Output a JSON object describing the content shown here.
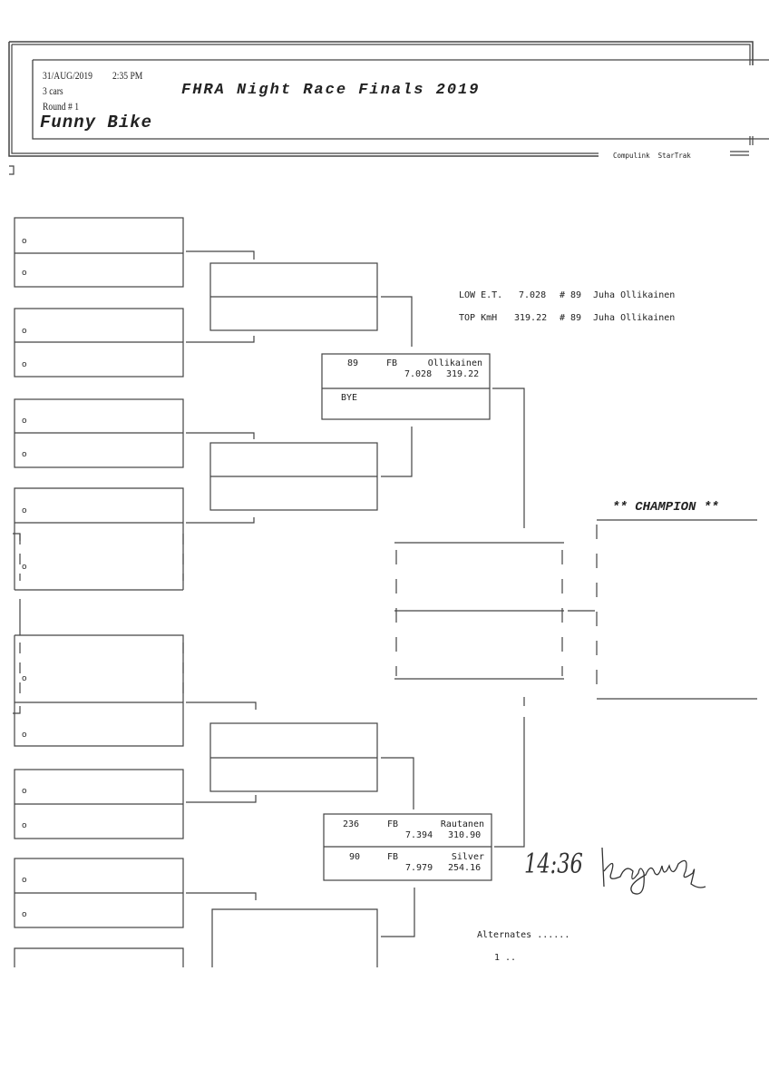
{
  "header": {
    "date": "31/AUG/2019",
    "time": "2:35 PM",
    "cars": "3 cars",
    "round": "Round # 1",
    "event_title": "FHRA Night Race Finals 2019",
    "class_name": "Funny Bike",
    "software": "Compulink  StarTrak"
  },
  "records": [
    {
      "label": "LOW E.T.",
      "value": "7.028",
      "number": "# 89",
      "name": "Juha Ollikainen"
    },
    {
      "label": "TOP KmH",
      "value": "319.22",
      "number": "# 89",
      "name": "Juha Ollikainen"
    }
  ],
  "matches": [
    {
      "lanes": [
        {
          "number": "89",
          "class": "FB",
          "name": "Ollikainen",
          "et": "7.028",
          "speed": "319.22"
        },
        {
          "number": "BYE",
          "class": "",
          "name": "",
          "et": "",
          "speed": ""
        }
      ]
    },
    {
      "lanes": [
        {
          "number": "236",
          "class": "FB",
          "name": "Rautanen",
          "et": "7.394",
          "speed": "310.90"
        },
        {
          "number": "90",
          "class": "FB",
          "name": "Silver",
          "et": "7.979",
          "speed": "254.16"
        }
      ]
    }
  ],
  "slot_marker": "o",
  "champion_label": "** CHAMPION **",
  "alternates": {
    "label": "Alternates ......",
    "items": [
      "1 .."
    ]
  },
  "signature": {
    "time": "14:36",
    "text": "signature"
  }
}
